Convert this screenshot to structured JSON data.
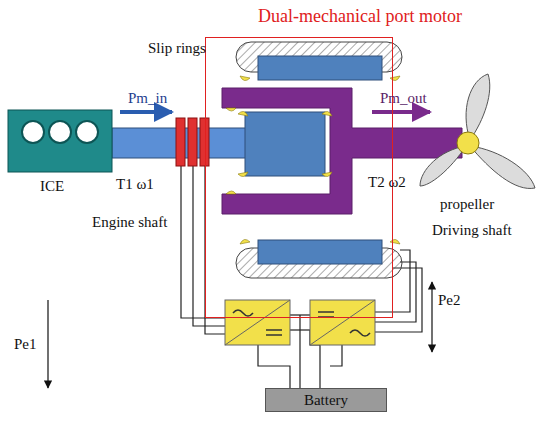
{
  "diagram": {
    "nodes": [
      {
        "text": [
          "Dual-mechanical port motor"
        ]
      },
      {
        "text": [
          "ICE"
        ]
      },
      {
        "text": [
          "Battery"
        ]
      }
    ],
    "labels": [
      "Slip rings",
      "Pm_in",
      "T1 ω1",
      "Engine shaft",
      "Pm_out",
      "T2 ω2",
      "propeller",
      "Driving shaft",
      "Pe1",
      "Pe2"
    ]
  }
}
